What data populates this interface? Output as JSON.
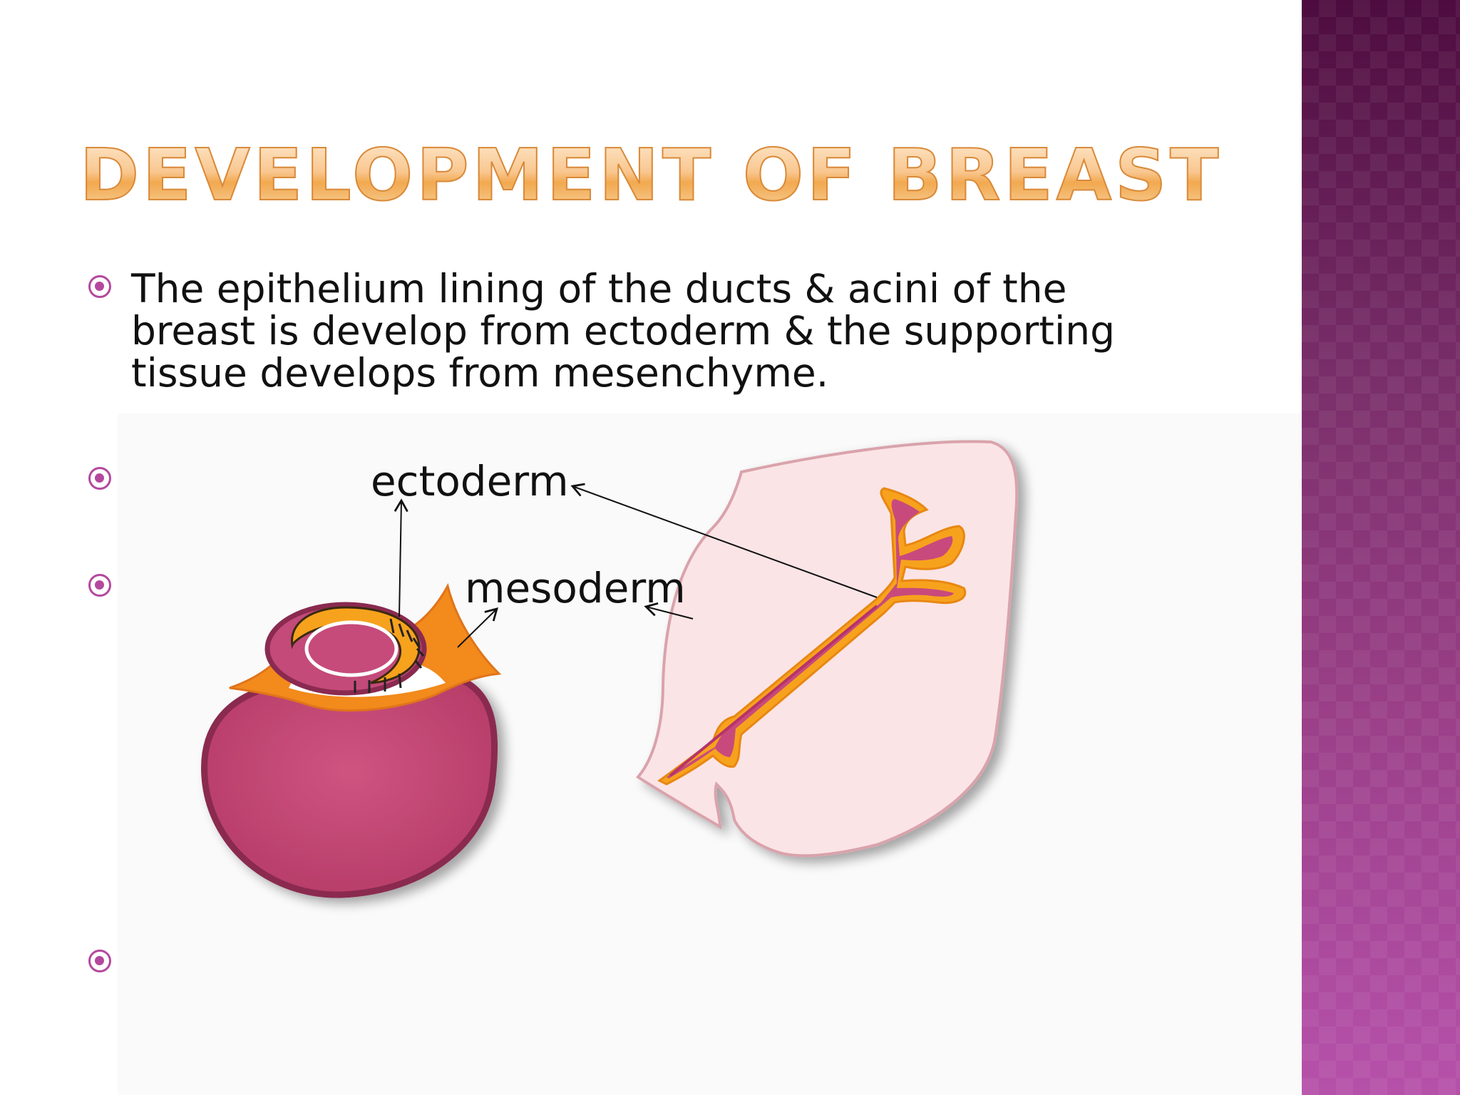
{
  "slide": {
    "title": "DEVELOPMENT OF BREAST",
    "body": "The epithelium lining of the ducts & acini of the breast is develop from ectoderm & the supporting tissue develops from mesenchyme."
  },
  "diagram": {
    "labels": {
      "ectoderm": "ectoderm",
      "mesoderm": "mesoderm"
    }
  },
  "colors": {
    "accent": "#b4489e",
    "tissue_magenta": "#c54a77",
    "ectoderm_orange": "#f7a21d",
    "mesoderm_orange": "#f28a1c",
    "breast_pink": "#fbe4e6",
    "side_band": "#7a2f6a"
  }
}
